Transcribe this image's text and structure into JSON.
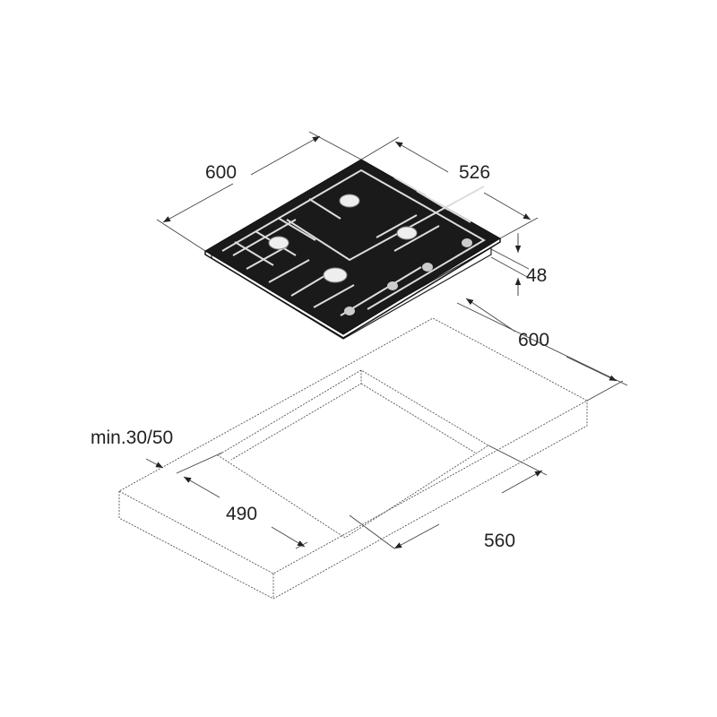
{
  "hob": {
    "width_label": "600",
    "depth_label": "526",
    "height_label": "48"
  },
  "countertop": {
    "depth_label": "600",
    "min_thickness_label": "min.30/50",
    "cutout_depth_label": "490",
    "cutout_width_label": "560"
  },
  "colors": {
    "hob": "#1a1a1a",
    "line": "#444444"
  }
}
